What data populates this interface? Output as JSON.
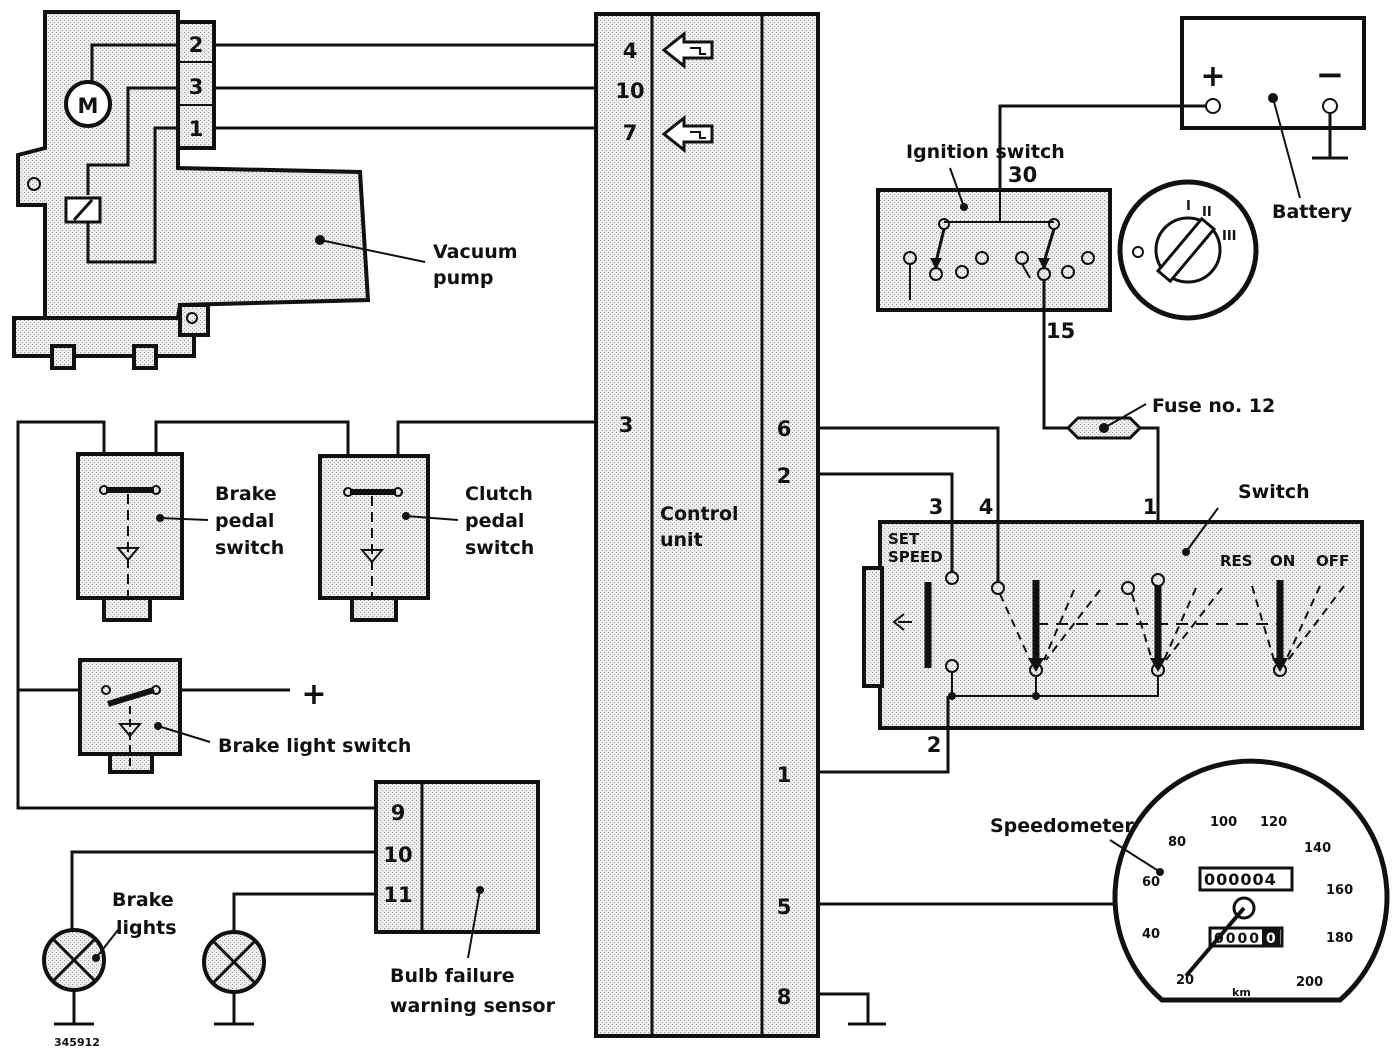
{
  "pump": {
    "motor_letter": "M",
    "pins": [
      "2",
      "3",
      "1"
    ],
    "label_line1": "Vacuum",
    "label_line2": "pump"
  },
  "control_unit": {
    "label_line1": "Control",
    "label_line2": "unit",
    "left_pins": [
      "4",
      "10",
      "7",
      "3"
    ],
    "right_pins": [
      "6",
      "2",
      "1",
      "5",
      "8"
    ]
  },
  "battery": {
    "plus": "+",
    "minus": "−",
    "label": "Battery"
  },
  "ignition": {
    "label": "Ignition switch",
    "terminal_30": "30",
    "terminal_15": "15",
    "key_marks": [
      "I",
      "II",
      "III"
    ]
  },
  "fuse": {
    "label": "Fuse no. 12"
  },
  "cc_switch": {
    "label": "Switch",
    "set_line1": "SET",
    "set_line2": "SPEED",
    "positions": [
      "RES",
      "ON",
      "OFF"
    ],
    "terminals_top": [
      "3",
      "4",
      "1"
    ],
    "terminal_bottom": "2"
  },
  "brake_pedal_switch": {
    "line1": "Brake",
    "line2": "pedal",
    "line3": "switch"
  },
  "clutch_pedal_switch": {
    "line1": "Clutch",
    "line2": "pedal",
    "line3": "switch"
  },
  "brake_light_switch": {
    "label": "Brake light switch",
    "plus": "+"
  },
  "bulb_sensor": {
    "pins": [
      "9",
      "10",
      "11"
    ],
    "label_line1": "Bulb failure",
    "label_line2": "warning sensor"
  },
  "brake_lights": {
    "line1": "Brake",
    "line2": "lights"
  },
  "speedometer": {
    "label": "Speedometer",
    "scale": [
      "20",
      "40",
      "60",
      "80",
      "100",
      "120",
      "140",
      "160",
      "180",
      "200"
    ],
    "odometer": "000004",
    "trip": "0000",
    "trip_last": "0",
    "unit": "km"
  },
  "figure_id": "345912"
}
